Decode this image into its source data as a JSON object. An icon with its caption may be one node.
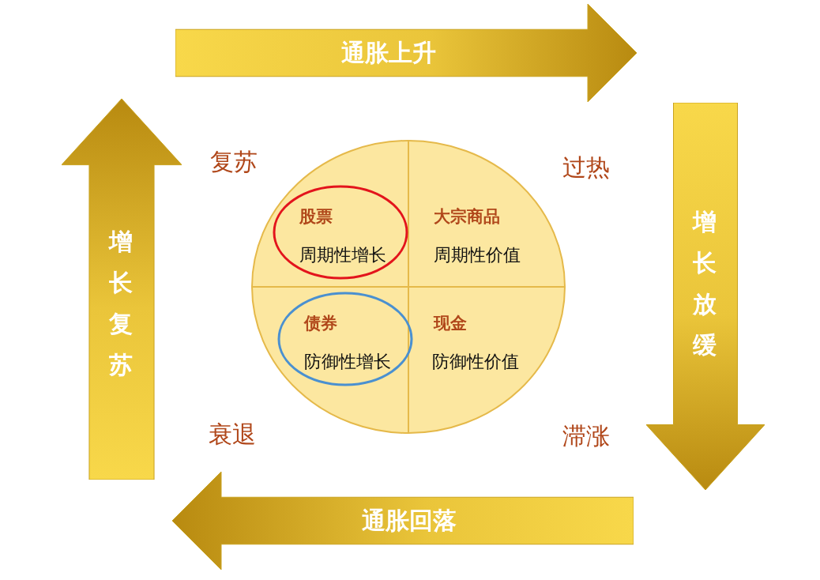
{
  "diagram": {
    "nodes": [
      {
        "text": [
          "通胀上升"
        ]
      },
      {
        "text": [
          "增长放缓"
        ]
      },
      {
        "text": [
          "通胀回落"
        ]
      },
      {
        "text": [
          "增长复苏"
        ]
      },
      {
        "text": [],
        "shape": "circle"
      },
      {
        "text": [
          "股票",
          "周期性增长"
        ],
        "in": 4
      },
      {
        "text": [
          "大宗商品",
          "周期性价值"
        ],
        "in": 4
      },
      {
        "text": [
          "债券",
          "防御性增长"
        ],
        "in": 4
      },
      {
        "text": [
          "现金",
          "防御性价值"
        ],
        "in": 4
      }
    ],
    "labels": [
      "复苏",
      "过热",
      "衰退",
      "滞涨"
    ]
  }
}
